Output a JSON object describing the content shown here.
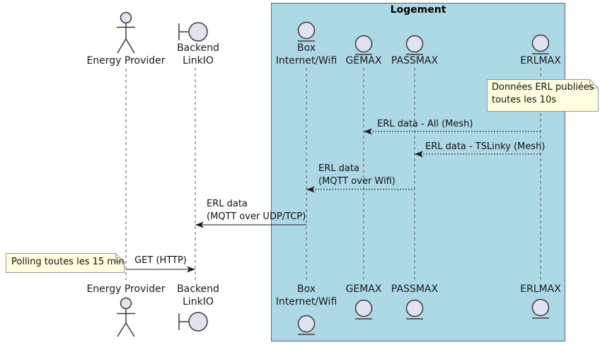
{
  "frame": {
    "title": "Logement"
  },
  "participants": [
    {
      "name": "Energy Provider",
      "type": "actor",
      "lines": [
        "Energy Provider"
      ]
    },
    {
      "name": "Backend LinkIO",
      "type": "boundary",
      "lines": [
        "Backend",
        "LinkIO"
      ]
    },
    {
      "name": "Box Internet/Wifi",
      "type": "entity",
      "lines": [
        "Box",
        "Internet/Wifi"
      ]
    },
    {
      "name": "GEMAX",
      "type": "entity",
      "lines": [
        "GEMAX"
      ]
    },
    {
      "name": "PASSMAX",
      "type": "entity",
      "lines": [
        "PASSMAX"
      ]
    },
    {
      "name": "ERLMAX",
      "type": "entity",
      "lines": [
        "ERLMAX"
      ]
    }
  ],
  "messages": [
    {
      "from": "ERLMAX",
      "to": "GEMAX",
      "line_style": "dashed",
      "lines": [
        "ERL data - All (Mesh)"
      ]
    },
    {
      "from": "ERLMAX",
      "to": "PASSMAX",
      "line_style": "dashed",
      "lines": [
        "ERL data - TSLinky (Mesh)"
      ]
    },
    {
      "from": "PASSMAX",
      "to": "Box Internet/Wifi",
      "line_style": "dashed",
      "lines": [
        "ERL data",
        "(MQTT over Wifi)"
      ]
    },
    {
      "from": "Box Internet/Wifi",
      "to": "Backend LinkIO",
      "line_style": "solid",
      "lines": [
        "ERL data",
        "(MQTT over UDP/TCP)"
      ]
    },
    {
      "from": "Energy Provider",
      "to": "Backend LinkIO",
      "line_style": "solid",
      "lines": [
        "GET (HTTP)"
      ]
    }
  ],
  "notes": [
    {
      "attached_to": "ERLMAX",
      "lines": [
        "Données ERL publiées",
        "toutes les 10s"
      ]
    },
    {
      "attached_to": "Energy Provider",
      "lines": [
        "Polling toutes les 15 min"
      ]
    }
  ],
  "colors": {
    "frame_fill": "#ADD8E6",
    "frame_border": "#5a6b72",
    "participant_fill": "#E2E2F0",
    "participant_border": "#3b3b3b",
    "note_fill": "#FEFFDD",
    "note_border": "#999990",
    "arrow_color": "#1a1a1a",
    "lifeline_color": "#5a5a5a"
  }
}
